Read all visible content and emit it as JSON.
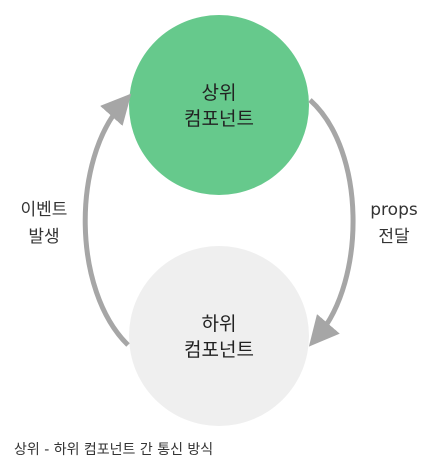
{
  "nodes": {
    "parent": {
      "line1": "상위",
      "line2": "컴포넌트",
      "color": "#66c98c"
    },
    "child": {
      "line1": "하위",
      "line2": "컴포넌트",
      "color": "#efefef"
    }
  },
  "edges": {
    "props": {
      "line1": "props",
      "line2": "전달"
    },
    "event": {
      "line1": "이벤트",
      "line2": "발생"
    },
    "arrow_color": "#a6a6a6"
  },
  "caption": "상위 - 하위 컴포넌트 간 통신 방식"
}
